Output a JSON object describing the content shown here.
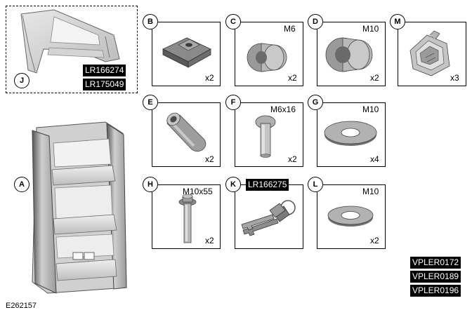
{
  "figure_id": "E262157",
  "references": [
    "VPLER0172",
    "VPLER0189",
    "VPLER0196"
  ],
  "assembly": {
    "j": {
      "letter": "J",
      "part_numbers": [
        "LR166274",
        "LR175049"
      ]
    },
    "a": {
      "letter": "A"
    }
  },
  "parts": {
    "b": {
      "letter": "B",
      "spec": "",
      "qty": "x2",
      "icon": "slotted-nut-plate-icon"
    },
    "c": {
      "letter": "C",
      "spec": "M6",
      "qty": "x2",
      "icon": "bushing-icon"
    },
    "d": {
      "letter": "D",
      "spec": "M10",
      "qty": "x2",
      "icon": "bushing-icon"
    },
    "m": {
      "letter": "M",
      "spec": "",
      "qty": "x3",
      "icon": "spring-clip-icon"
    },
    "e": {
      "letter": "E",
      "spec": "",
      "qty": "x2",
      "icon": "spacer-tube-icon"
    },
    "f": {
      "letter": "F",
      "spec": "M6x16",
      "qty": "x2",
      "icon": "rivet-icon"
    },
    "g": {
      "letter": "G",
      "spec": "M10",
      "qty": "x4",
      "icon": "washer-icon"
    },
    "h": {
      "letter": "H",
      "spec": "M10x55",
      "qty": "x2",
      "icon": "flange-bolt-icon"
    },
    "k": {
      "letter": "K",
      "part_number": "LR166275",
      "qty": "",
      "icon": "keys-icon"
    },
    "l": {
      "letter": "L",
      "spec": "M10",
      "qty": "x2",
      "icon": "washer-icon"
    }
  }
}
